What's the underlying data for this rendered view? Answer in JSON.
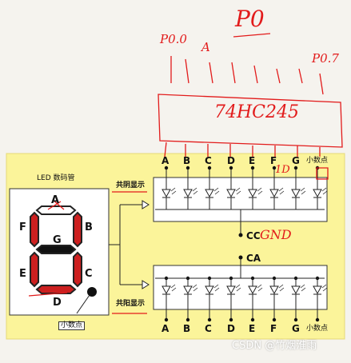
{
  "display": {
    "title": "LED 数码管",
    "segments": [
      "A",
      "B",
      "C",
      "D",
      "E",
      "F",
      "G"
    ],
    "decimal_point_label": "小数点"
  },
  "common_cathode": {
    "label": "共阴显示",
    "pins": [
      "A",
      "B",
      "C",
      "D",
      "E",
      "F",
      "G"
    ],
    "dp_label": "小数点",
    "common_pin": "CC"
  },
  "common_anode": {
    "label": "共阳显示",
    "pins": [
      "A",
      "B",
      "C",
      "D",
      "E",
      "F",
      "G"
    ],
    "dp_label": "小数点",
    "common_pin": "CA"
  },
  "annotations": {
    "port": "P0",
    "p00": "P0.0",
    "p00_seg": "A",
    "p07": "P0.7",
    "latch_chip": "74HC245",
    "cc_note": "GND",
    "seg_note": "1D"
  },
  "watermark": "CSDN @竹烟淮雨",
  "colors": {
    "panel": "#fbf49a",
    "panel_border": "#e6d978",
    "segment_on": "#cc1f1f",
    "segment_off": "#ffffff",
    "ink": "#111111",
    "handwriting": "#e21b1b"
  }
}
